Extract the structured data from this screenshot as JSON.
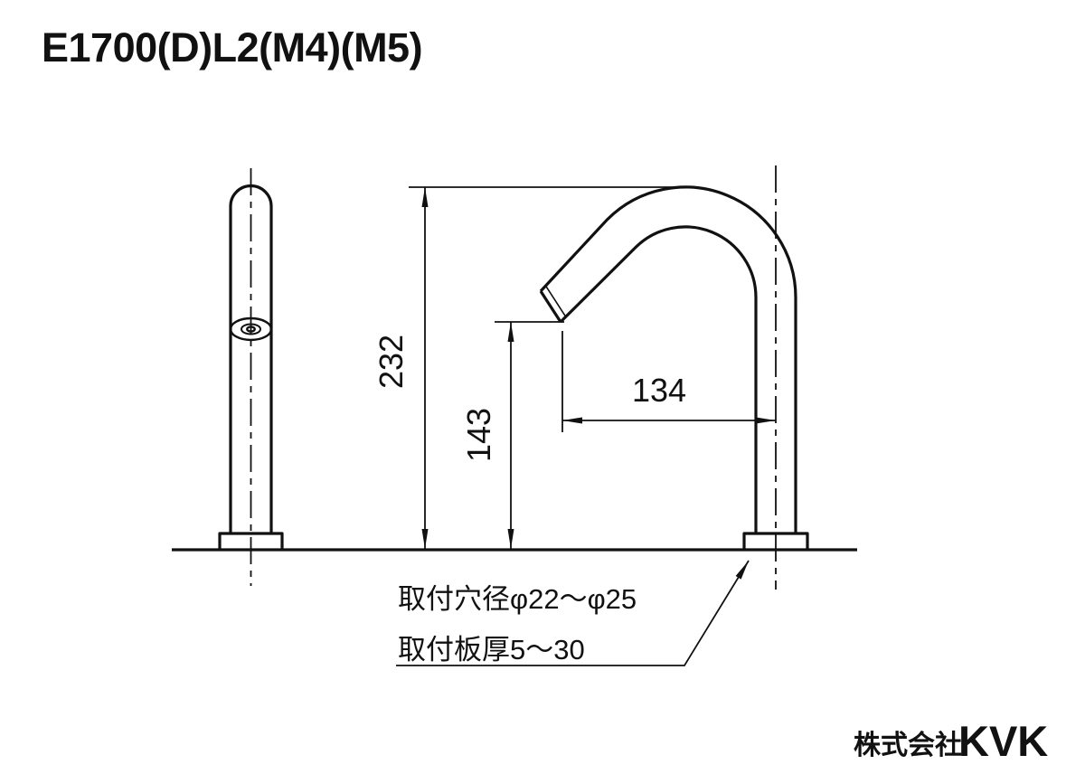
{
  "title": "E1700(D)L2(M4)(M5)",
  "dimensions": {
    "total_height": "232",
    "spout_height": "143",
    "spout_reach": "134"
  },
  "annotations": {
    "mounting_hole": "取付穴径φ22～φ25",
    "mounting_plate": "取付板厚5～30"
  },
  "footer": {
    "company_prefix": "株式会社",
    "brand": "KVK"
  },
  "colors": {
    "ink": "#111111",
    "background": "#ffffff"
  }
}
